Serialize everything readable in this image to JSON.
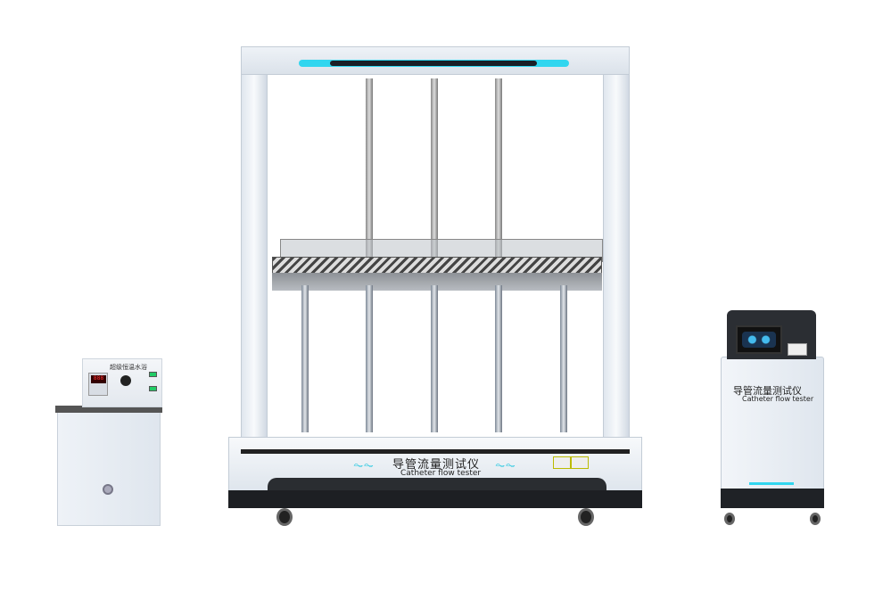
{
  "water_bath": {
    "label": "超级恒温水浴",
    "display_value": "888"
  },
  "main_tester": {
    "title_cn": "导管流量测试仪",
    "title_en": "Catheter flow tester"
  },
  "control_cabinet": {
    "title_cn": "导管流量测试仪",
    "title_en": "Catheter flow tester"
  },
  "colors": {
    "led_accent": "#31d6ef",
    "body": "#e6ebf1",
    "dark": "#1d1f23"
  }
}
